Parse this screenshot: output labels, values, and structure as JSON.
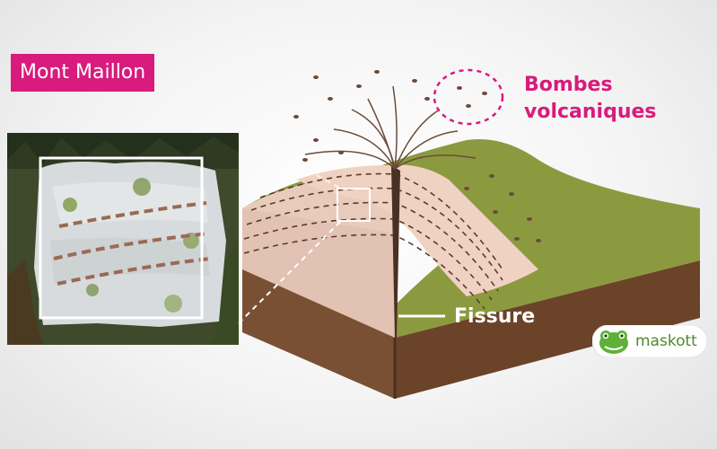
{
  "title": "Mont Maillon",
  "labels": {
    "bombs": "Bombes\nvolcaniques",
    "fissure": "Fissure"
  },
  "brand": {
    "name": "maskott"
  },
  "colors": {
    "accent": "#d81b7c",
    "grass": "#8b9a3f",
    "soil": "#7a5034",
    "ash": "#e8c4b0",
    "brand_green": "#4f8a2b"
  }
}
